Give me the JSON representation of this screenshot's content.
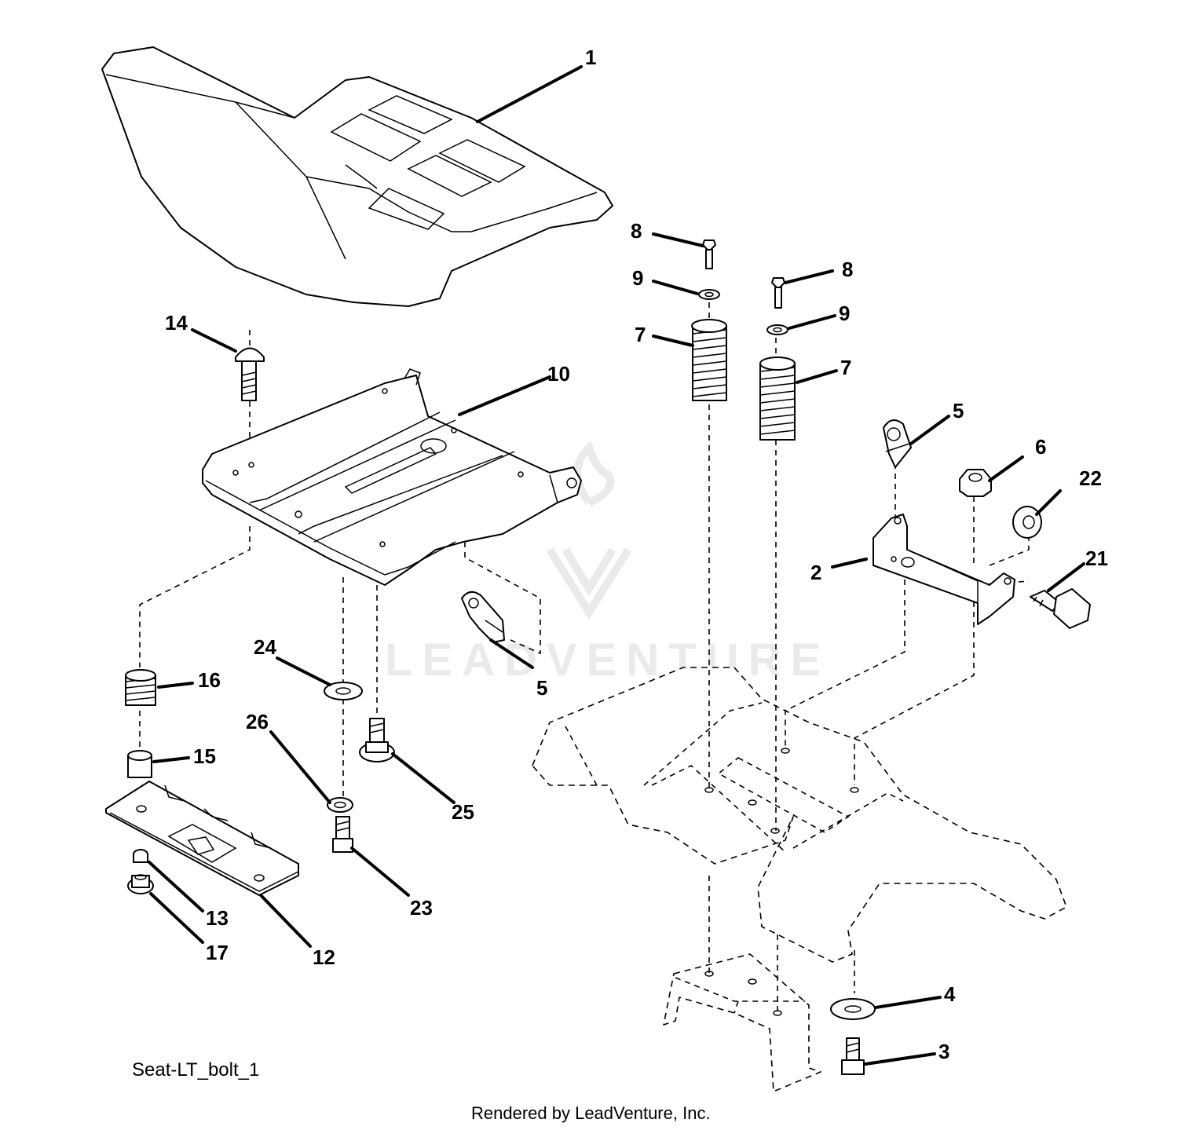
{
  "diagram": {
    "caption": "Seat-LT_bolt_1",
    "footer": "Rendered by LeadVenture, Inc.",
    "watermark": "LEADVENTURE"
  },
  "callouts": [
    {
      "id": "c1",
      "label": "1"
    },
    {
      "id": "c2",
      "label": "2"
    },
    {
      "id": "c3",
      "label": "3"
    },
    {
      "id": "c4",
      "label": "4"
    },
    {
      "id": "c5a",
      "label": "5"
    },
    {
      "id": "c5b",
      "label": "5"
    },
    {
      "id": "c6",
      "label": "6"
    },
    {
      "id": "c7a",
      "label": "7"
    },
    {
      "id": "c7b",
      "label": "7"
    },
    {
      "id": "c8a",
      "label": "8"
    },
    {
      "id": "c8b",
      "label": "8"
    },
    {
      "id": "c9a",
      "label": "9"
    },
    {
      "id": "c9b",
      "label": "9"
    },
    {
      "id": "c10",
      "label": "10"
    },
    {
      "id": "c12",
      "label": "12"
    },
    {
      "id": "c13",
      "label": "13"
    },
    {
      "id": "c14",
      "label": "14"
    },
    {
      "id": "c15",
      "label": "15"
    },
    {
      "id": "c16",
      "label": "16"
    },
    {
      "id": "c17",
      "label": "17"
    },
    {
      "id": "c21",
      "label": "21"
    },
    {
      "id": "c22",
      "label": "22"
    },
    {
      "id": "c23",
      "label": "23"
    },
    {
      "id": "c24",
      "label": "24"
    },
    {
      "id": "c25",
      "label": "25"
    },
    {
      "id": "c26",
      "label": "26"
    }
  ]
}
